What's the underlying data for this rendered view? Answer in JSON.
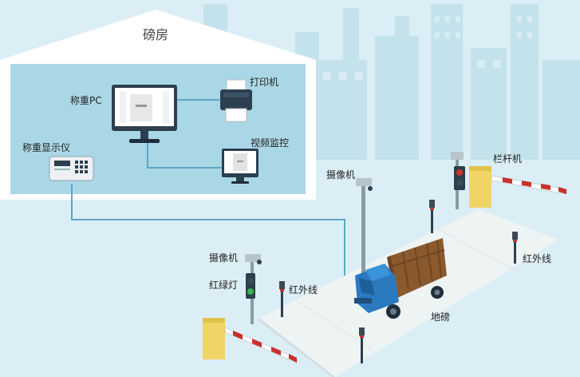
{
  "labels": {
    "scale_house": "磅房",
    "weighing_pc": "称重PC",
    "printer": "打印机",
    "weighing_display": "称重显示仪",
    "video_monitor": "视频监控",
    "camera_top": "摄像机",
    "barrier_gate": "栏杆机",
    "infrared_right": "红外线",
    "camera_left": "摄像机",
    "traffic_light": "红绿灯",
    "infrared_left": "红外线",
    "weighbridge": "地磅"
  },
  "colors": {
    "background": "#dbeef5",
    "city_silhouette": "#c4e2ec",
    "house_interior": "#aad7e6",
    "connection_line": "#5aa7c2",
    "platform": "#eef3f4",
    "truck_cab": "#2b7ac0",
    "truck_cargo": "#8a5a2e",
    "barrier_box": "#f1d466",
    "barrier_arm_red": "#c9302c"
  }
}
